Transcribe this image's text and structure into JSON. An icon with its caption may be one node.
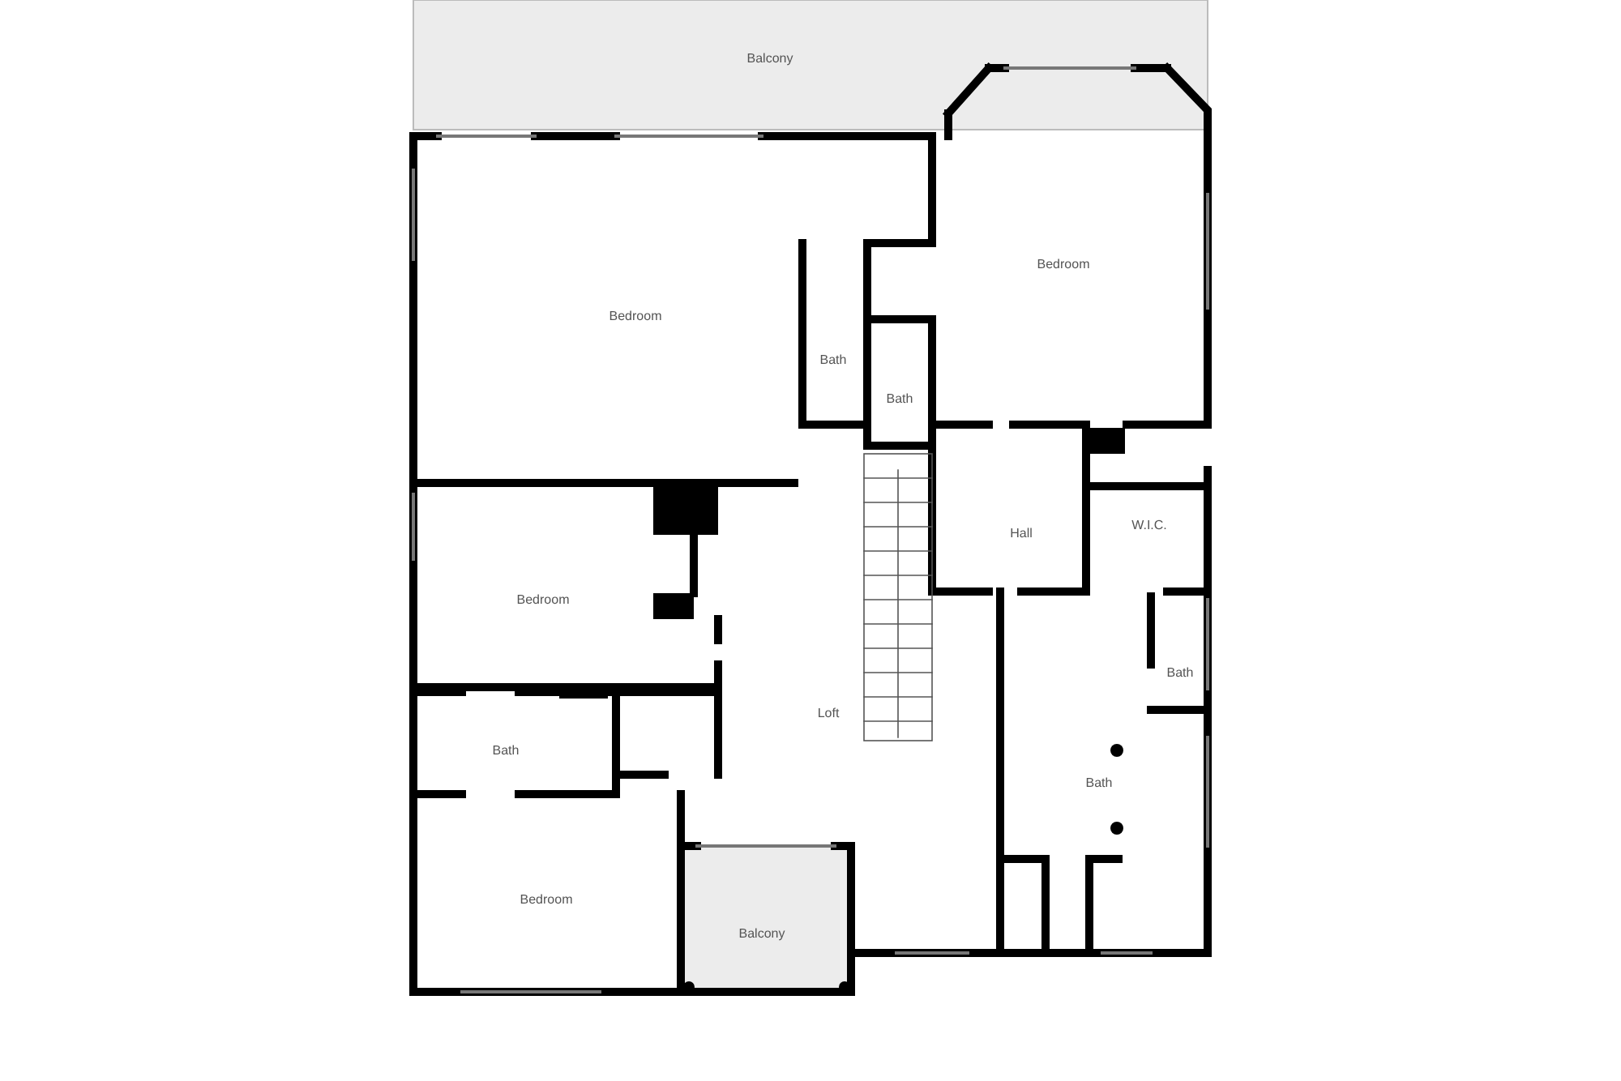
{
  "diagram": {
    "nodes": [
      {
        "text": [
          "Balcony"
        ]
      },
      {
        "text": [
          "Bedroom"
        ]
      },
      {
        "text": [
          "Bedroom"
        ]
      },
      {
        "text": [
          "Bath"
        ]
      },
      {
        "text": [
          "Bath"
        ]
      },
      {
        "text": [
          "Hall"
        ]
      },
      {
        "text": [
          "W.I.C."
        ]
      },
      {
        "text": [
          "Bedroom"
        ]
      },
      {
        "text": [
          "Bath"
        ]
      },
      {
        "text": [
          "Loft"
        ]
      },
      {
        "text": [
          "Bath"
        ]
      },
      {
        "text": [
          "Bath"
        ]
      },
      {
        "text": [
          "Bedroom"
        ]
      },
      {
        "text": [
          "Balcony"
        ]
      }
    ]
  }
}
